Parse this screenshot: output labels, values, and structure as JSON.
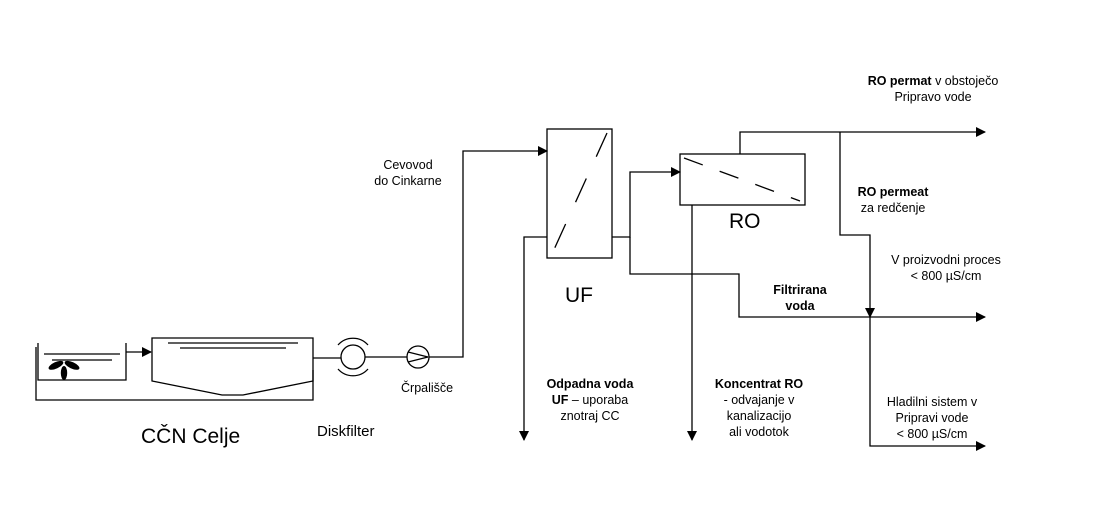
{
  "labels": {
    "ccn": "CČN Celje",
    "diskfilter": "Diskfilter",
    "crpalisce": "Črpališče",
    "cevovod": [
      "Cevovod",
      "do Cinkarne"
    ],
    "uf": "UF",
    "ro": "RO",
    "ro_permat_bold": "RO permat",
    "ro_permat_rest": " v obstoječo",
    "ro_permat_line2": "Pripravo vode",
    "ro_permeat_bold": "RO permeat",
    "ro_permeat_line2": "za redčenje",
    "v_proizvodni": [
      "V proizvodni proces",
      "< 800 µS/cm"
    ],
    "filtrirana": [
      "Filtrirana",
      "voda"
    ],
    "hladilni": [
      "Hladilni sistem v",
      "Pripravi vode",
      "< 800 µS/cm"
    ],
    "odpadna_bold_1": "Odpadna voda",
    "odpadna_bold_2": "UF",
    "odpadna_rest_2": " – uporaba",
    "odpadna_line3": "znotraj CC",
    "koncentrat_bold": "Koncentrat RO",
    "koncentrat_lines": [
      "- odvajanje v",
      "kanalizacijo",
      "ali vodotok"
    ]
  },
  "colors": {
    "line": "#000000",
    "background": "#ffffff"
  }
}
